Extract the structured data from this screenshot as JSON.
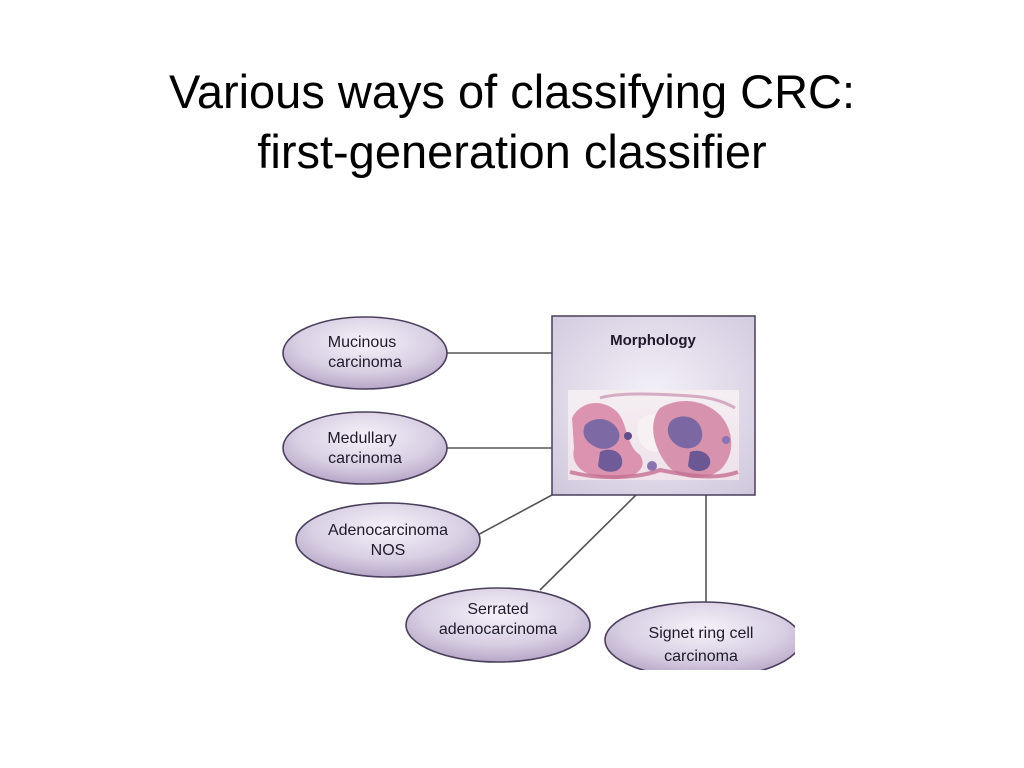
{
  "slide": {
    "title_line1": "Various ways of classifying CRC:",
    "title_line2": "first-generation classifier"
  },
  "diagram": {
    "center_box": {
      "label": "Morphology"
    },
    "nodes": [
      {
        "line1": "Mucinous",
        "line2": "carcinoma"
      },
      {
        "line1": "Medullary",
        "line2": "carcinoma"
      },
      {
        "line1": "Adenocarcinoma",
        "line2": "NOS"
      },
      {
        "line1": "Serrated",
        "line2": "adenocarcinoma"
      },
      {
        "line1": "Signet ring cell",
        "line2": "carcinoma"
      }
    ],
    "colors": {
      "ellipse_fill_light": "#efe9f4",
      "ellipse_fill_dark": "#a896bb",
      "ellipse_stroke": "#4a3f5c",
      "box_fill": "#dcd6e6",
      "connector": "#555555"
    },
    "image": {
      "kind": "histology-micrograph"
    }
  }
}
